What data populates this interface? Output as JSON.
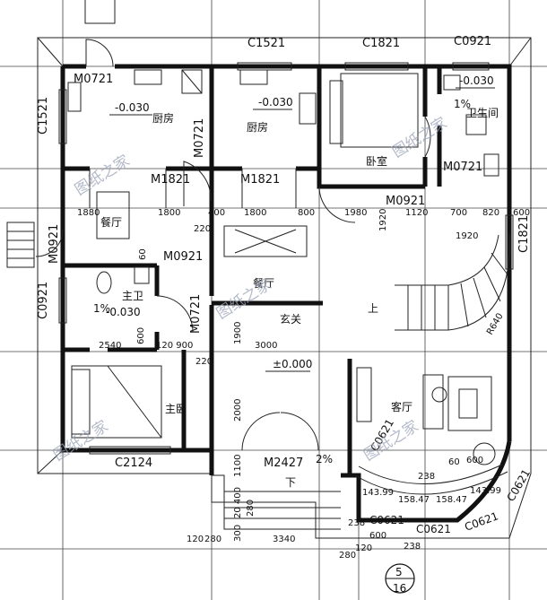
{
  "rooms": {
    "kitchen_left": "厨房",
    "kitchen_mid": "厨房",
    "bedroom_top": "卧室",
    "bath_top": "卫生间",
    "restaurant": "餐厅",
    "dining": "餐厅",
    "main_bath": "主卫",
    "foyer": "玄关",
    "living": "客厅",
    "master_bed": "主卧",
    "stair_up": "上",
    "entry_down": "下"
  },
  "doors": {
    "m0721_top": "M0721",
    "m0721_bath": "M0721",
    "m0721_kitchen": "M0721",
    "m1821_left": "M1821",
    "m1821_mid": "M1821",
    "m0921_bed": "M0921",
    "m0921_left": "M0921",
    "m0921_bath": "M0921",
    "m0721_mainbath": "M0721",
    "m2427": "M2427"
  },
  "windows": {
    "c1521_top": "C1521",
    "c1821_top": "C1821",
    "c0921_top": "C0921",
    "c1521_left": "C1521",
    "c0921_left": "C0921",
    "c1821_right": "C1821",
    "c2124": "C2124",
    "c0621_a": "C0621",
    "c0621_b": "C0621",
    "c0621_c": "C0621",
    "c0621_d": "C0621",
    "c0621_e": "C0621"
  },
  "levels": {
    "kitchen_left": "-0.030",
    "kitchen_mid": "-0.030",
    "bath_top": "-0.030",
    "main_bath": "-0.030",
    "foyer": "±0.000",
    "slope_top": "1%",
    "slope_bath": "1%",
    "slope_entry": "2%"
  },
  "dims": {
    "d1880": "1880",
    "d1800a": "1800",
    "d400": "400",
    "d1800b": "1800",
    "d800": "800",
    "d1980": "1980",
    "d1120": "1120",
    "d700": "700",
    "d820": "820",
    "d600": "600",
    "d1920v": "1920",
    "d1920h": "1920",
    "d220a": "220",
    "d60": "60",
    "d600v": "600",
    "d2540": "2540",
    "d120_900": "120 900",
    "d220b": "220",
    "d3000": "3000",
    "d1900": "1900",
    "d2000": "2000",
    "d1100": "1100",
    "d400v": "20 400",
    "d280v": "280",
    "d300": "300",
    "d120": "120",
    "d280": "280",
    "d3340": "3340",
    "d280b": "280",
    "d120b": "120",
    "d238a": "238",
    "d600b": "600",
    "d238b": "238",
    "r640": "R640",
    "arc1": "143.99",
    "arc2": "158.47",
    "arc3": "158.47",
    "arc4": "143.99",
    "d600c": "600",
    "d60b": "60",
    "d238c": "238"
  },
  "watermark": "图纸之家",
  "sheet": {
    "num": "5",
    "total": "16"
  }
}
